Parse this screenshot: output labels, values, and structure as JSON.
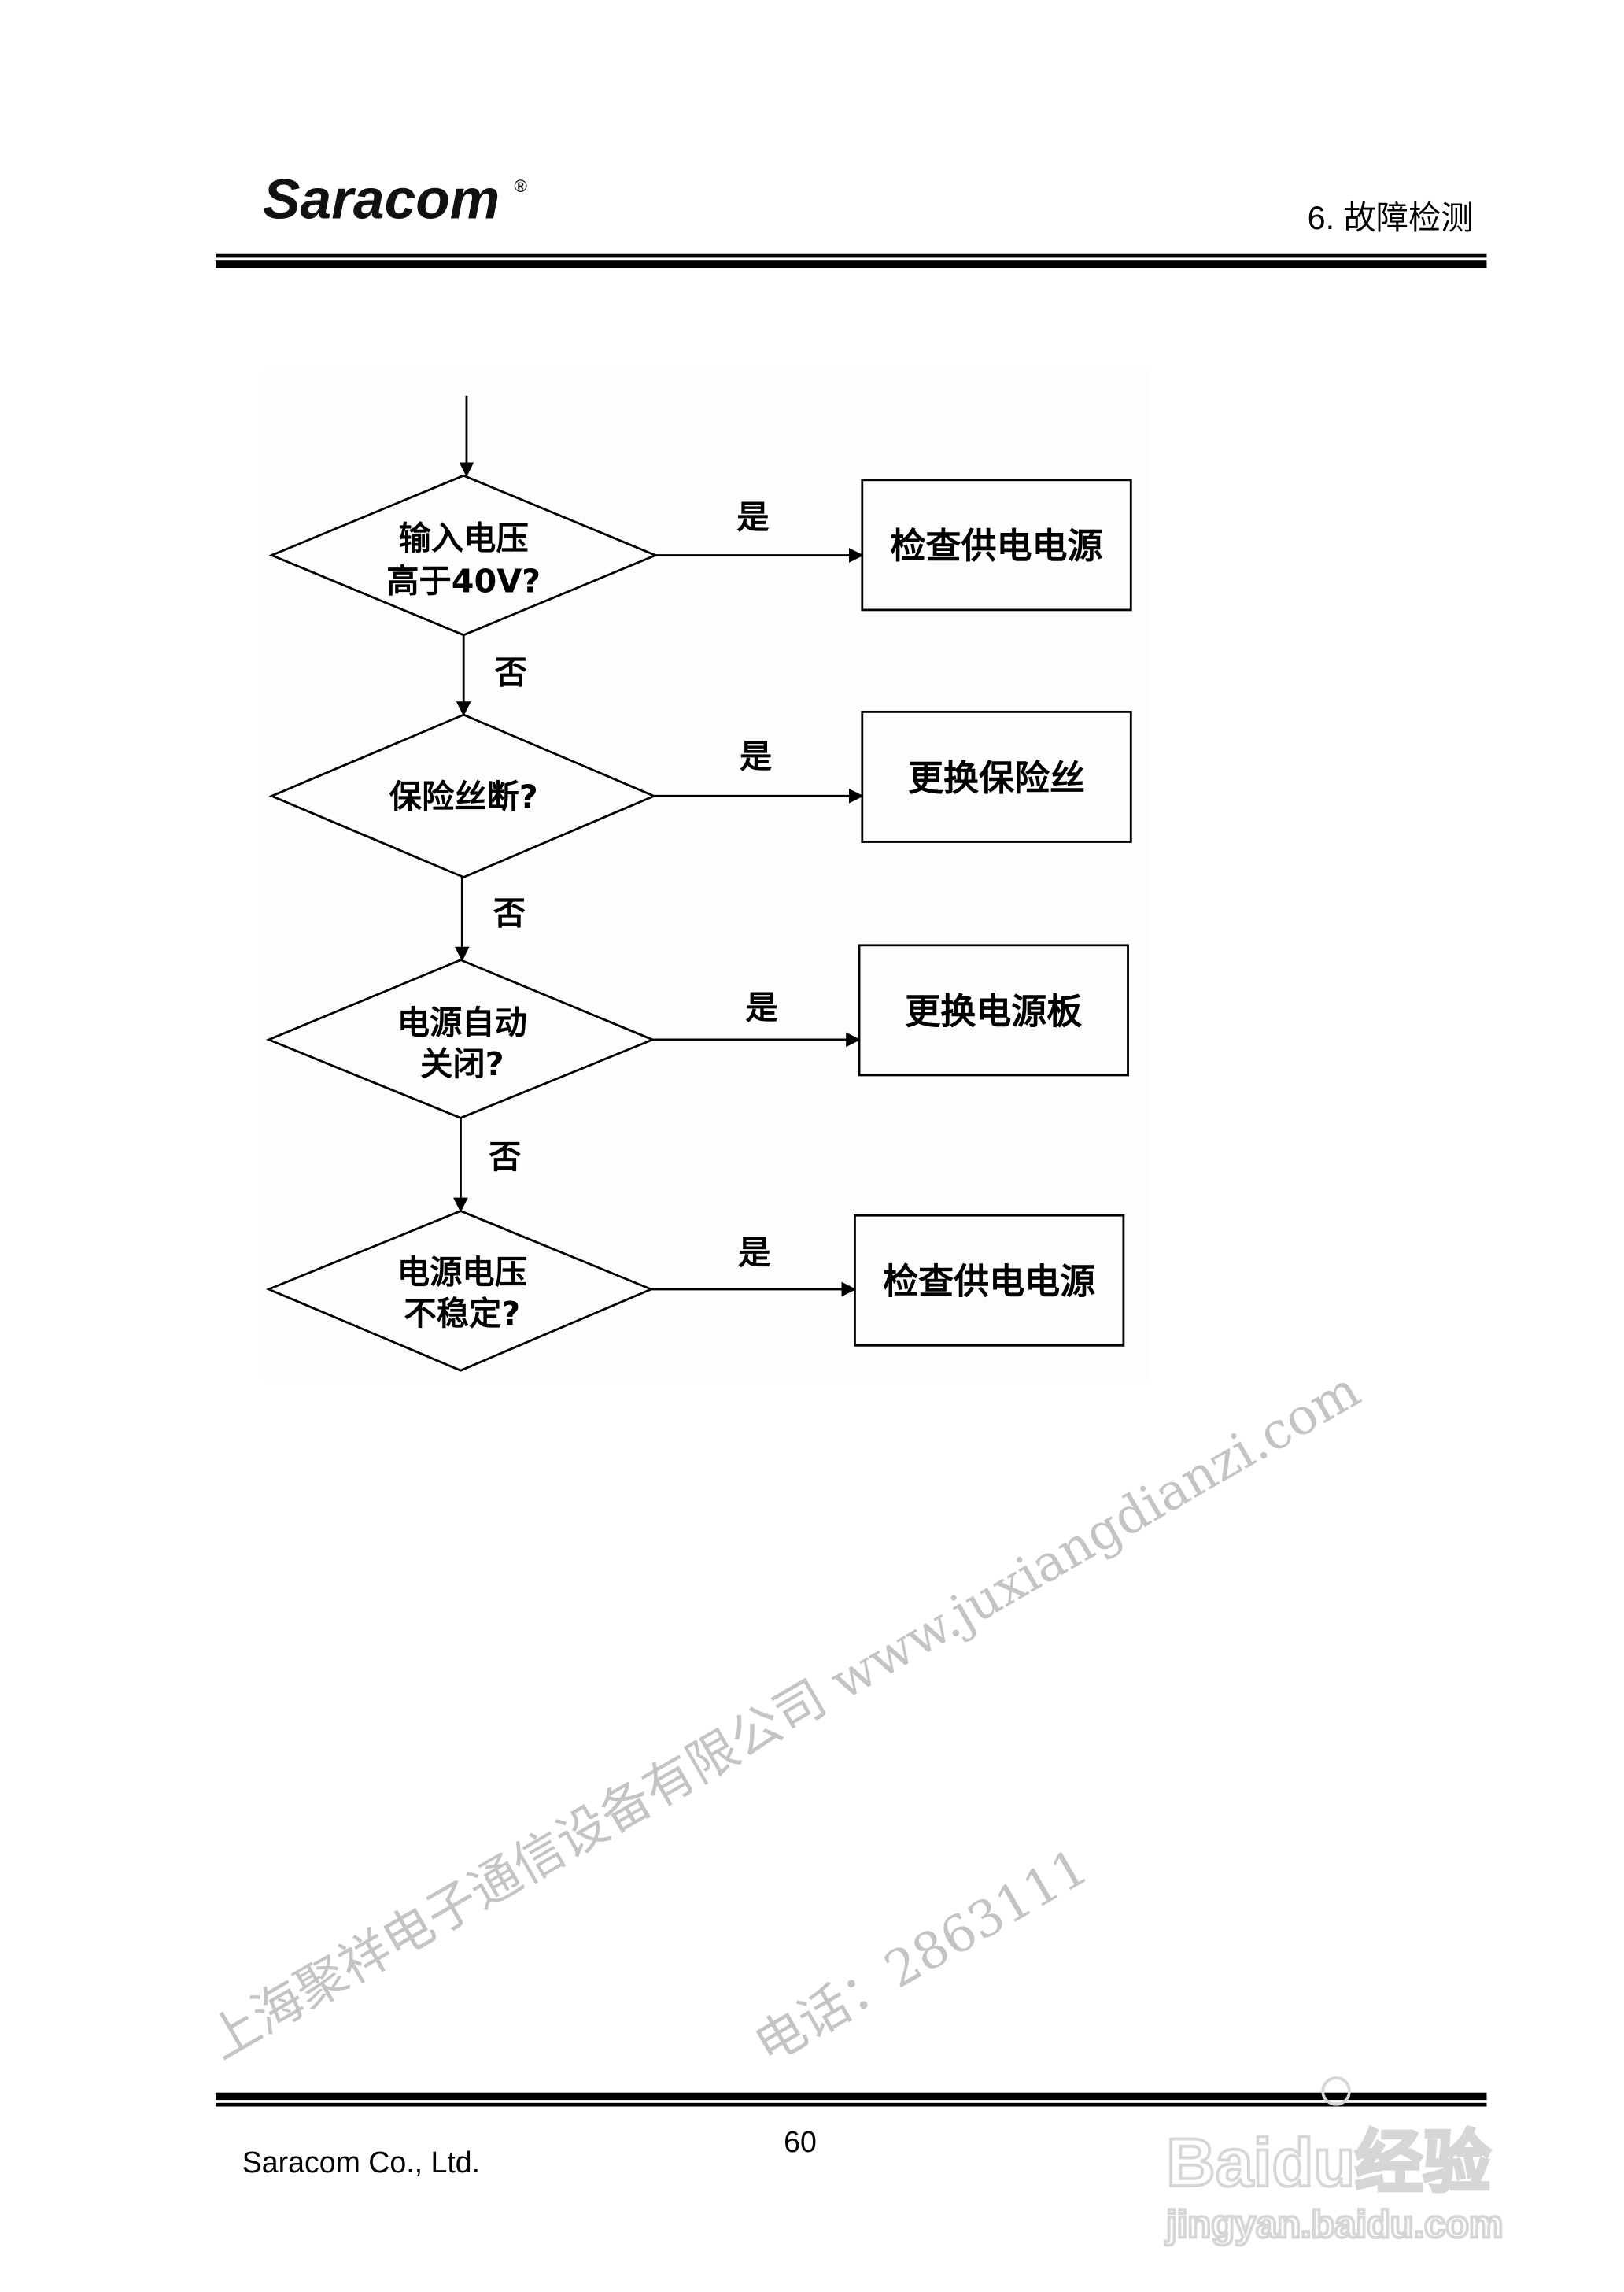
{
  "header": {
    "logo": "Saracom",
    "logo_mark": "®",
    "section": "6. 故障检测"
  },
  "flowchart": {
    "decisions": [
      {
        "line1": "输入电压",
        "line2": "高于40V?"
      },
      {
        "line1": "保险丝断?",
        "line2": ""
      },
      {
        "line1": "电源自动",
        "line2": "关闭?"
      },
      {
        "line1": "电源电压",
        "line2": "不稳定?"
      }
    ],
    "actions": [
      "检查供电电源",
      "更换保险丝",
      "更换电源板",
      "检查供电电源"
    ],
    "yes_label": "是",
    "no_label": "否"
  },
  "watermark": {
    "company": "上海聚祥电子通信设备有限公司 www.juxiangdianzi.com",
    "phone": "电话：2863111"
  },
  "footer": {
    "company": "Saracom Co., Ltd.",
    "page_number": "60",
    "baidu_logo": "Baidu经验",
    "baidu_url": "jingyan.baidu.com"
  },
  "colors": {
    "line": "#000000",
    "watermark": "#c4c4c4"
  }
}
